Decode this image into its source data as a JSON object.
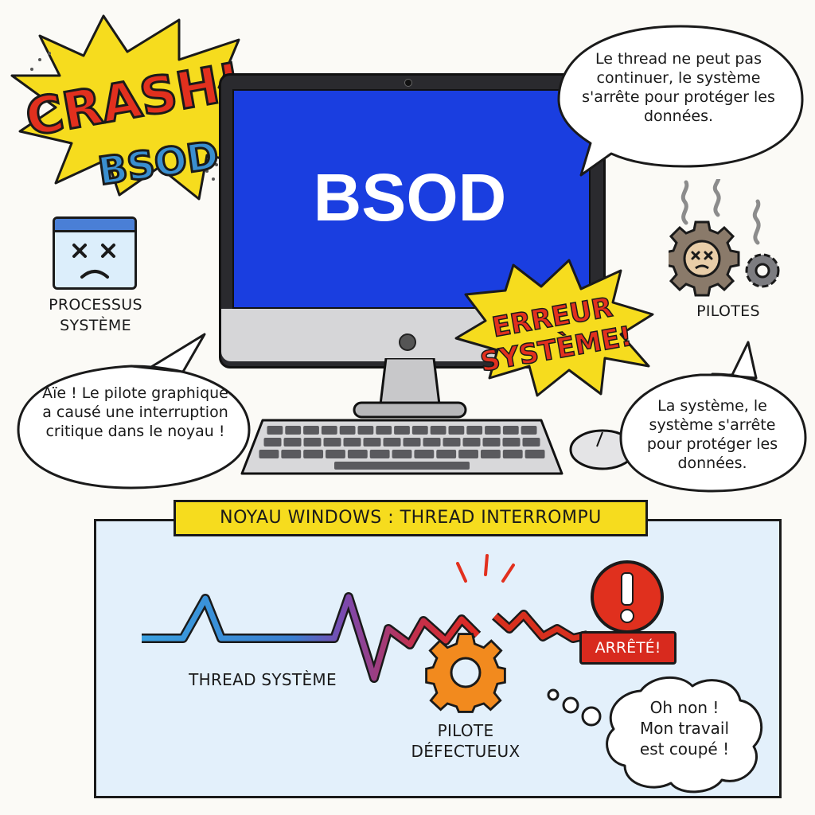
{
  "burst_crash": {
    "line1": "CRASH!",
    "line2": "BSOD!"
  },
  "monitor": {
    "screen_text": "BSOD",
    "screen_color": "#1a3ee0"
  },
  "bubble_top_right": {
    "text": "Le thread ne peut pas continuer, le système s'arrête pour protéger les données."
  },
  "burst_error": {
    "line1": "ERREUR",
    "line2": "SYSTÈME!"
  },
  "left_panel": {
    "icon": "sad-window-icon",
    "label_line1": "PROCESSUS",
    "label_line2": "SYSTÈME"
  },
  "right_panel": {
    "icon": "sad-gear-icon",
    "label": "PILOTES"
  },
  "bubble_left": {
    "text": "Aïe ! Le pilote graphique a causé une interruption critique dans le noyau !"
  },
  "bubble_right": {
    "text": "La système, le système s'arrête pour protéger les données."
  },
  "diagram": {
    "title": "NOYAU WINDOWS : THREAD INTERROMPU",
    "thread_label": "THREAD SYSTÈME",
    "driver_label_line1": "PILOTE",
    "driver_label_line2": "DÉFECTUEUX",
    "stopped_label": "ARRÊTÉ!",
    "thought": {
      "line1": "Oh non !",
      "line2": "Mon travail",
      "line3": "est coupé !"
    }
  },
  "colors": {
    "accent_yellow": "#f6dc1e",
    "alert_red": "#e0301e",
    "panel_blue": "#e3f0fb",
    "gear_orange": "#f28a1e"
  }
}
